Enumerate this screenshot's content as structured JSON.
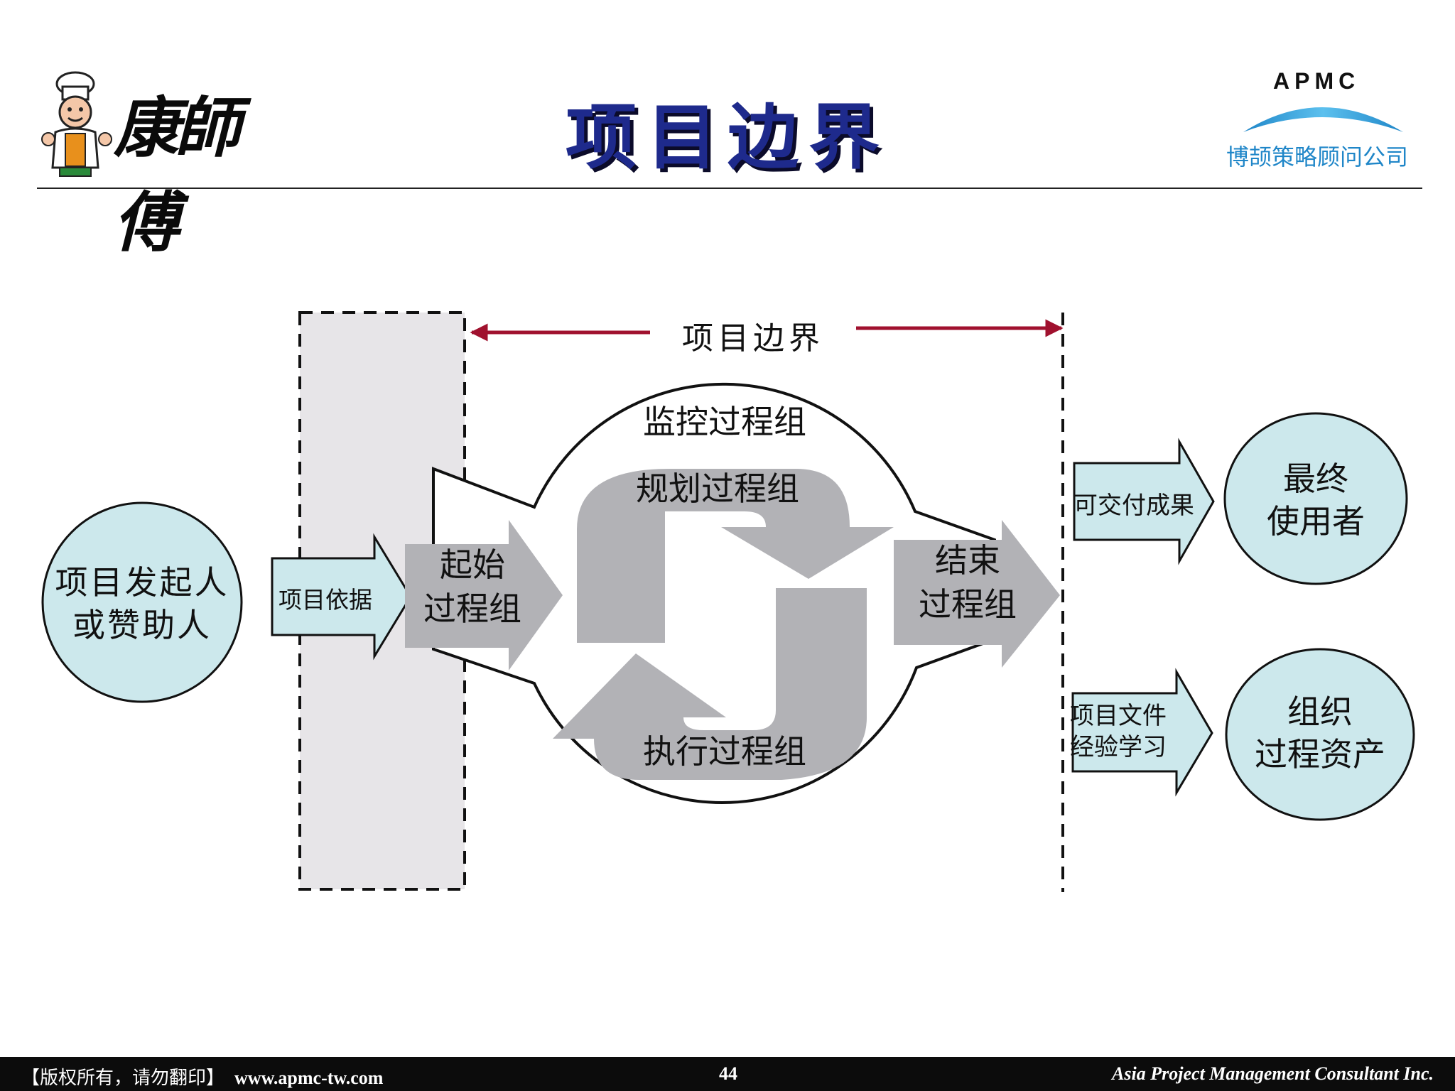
{
  "header": {
    "title": "项目边界",
    "brand_logo_text": "康師傅",
    "apmc_abbr": "APMC",
    "apmc_name": "博颉策略顾问公司"
  },
  "diagram": {
    "boundary_label": "项目边界",
    "sponsor": "项目发起人\n或赞助人",
    "input_arrow": "项目依据",
    "initiating": "起始\n过程组",
    "monitoring": "监控过程组",
    "planning": "规划过程组",
    "executing": "执行过程组",
    "closing": "结束\n过程组",
    "deliverables_arrow": "可交付成果",
    "end_users": "最终\n使用者",
    "docs_arrow": "项目文件\n经验学习",
    "org_assets": "组织\n过程资产"
  },
  "colors": {
    "title": "#1e2a8c",
    "light_cyan": "#cce8ec",
    "process_gray": "#b2b2b6",
    "boundary_red": "#a0112e",
    "apmc_blue": "#1f86c8"
  },
  "footer": {
    "copyright": "【版权所有，请勿翻印】",
    "url": "www.apmc-tw.com",
    "page": "44",
    "company": "Asia Project Management Consultant Inc."
  }
}
